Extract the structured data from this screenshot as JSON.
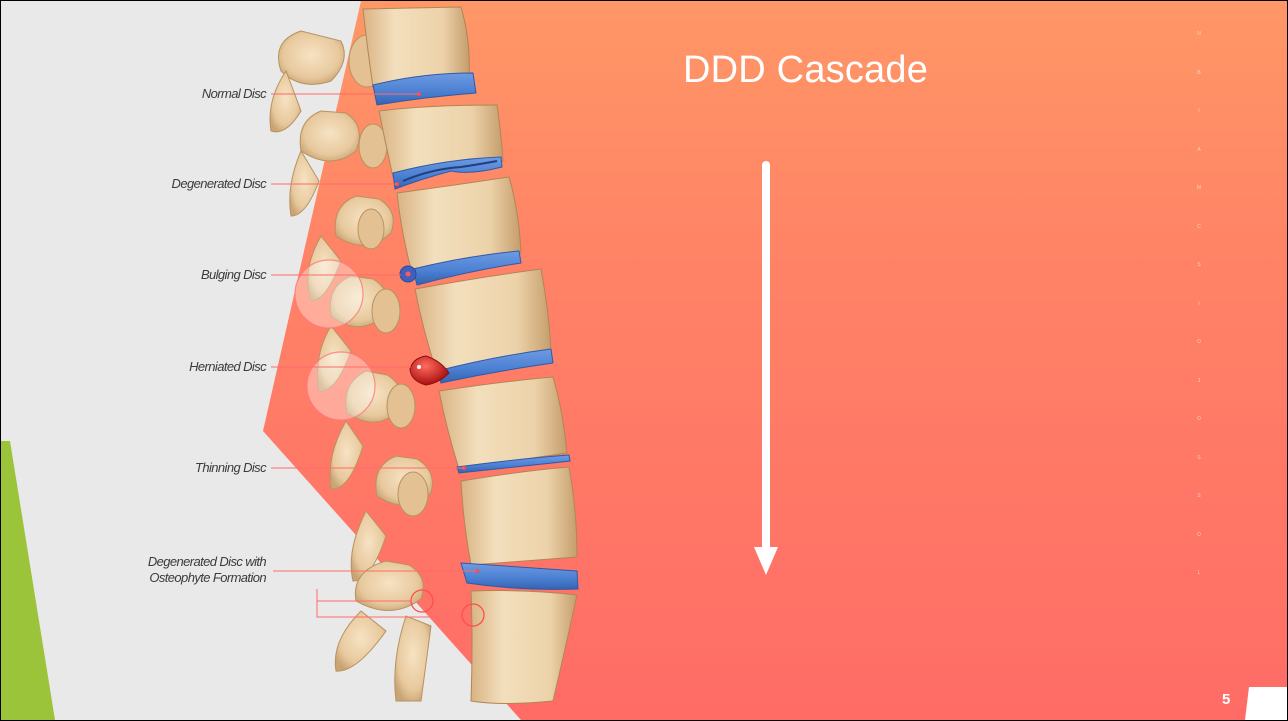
{
  "slide": {
    "title": "DDD Cascade",
    "page_number": "5",
    "colors": {
      "background_top": "#ff9766",
      "background_bottom": "#ff6c66",
      "gray_panel": "#e9e9e9",
      "green_accent": "#9bc43b",
      "bone": "#e8c99e",
      "disc": "#4a7fd1",
      "herniation": "#d92020",
      "arrow": "#ffffff"
    }
  },
  "illustration": {
    "labels": [
      {
        "id": "normal",
        "text": "Normal Disc"
      },
      {
        "id": "degenerated",
        "text": "Degenerated Disc"
      },
      {
        "id": "bulging",
        "text": "Bulging Disc"
      },
      {
        "id": "herniated",
        "text": "Herniated Disc"
      },
      {
        "id": "thinning",
        "text": "Thinning Disc"
      },
      {
        "id": "osteophyte",
        "text": "Degenerated Disc with Osteophyte Formation"
      }
    ]
  },
  "vertical_text": {
    "chars": [
      "N",
      "B",
      "I",
      "A",
      "M",
      "C",
      "S",
      "I",
      "O",
      "J",
      "O",
      "S",
      "S",
      "O",
      "L"
    ]
  }
}
